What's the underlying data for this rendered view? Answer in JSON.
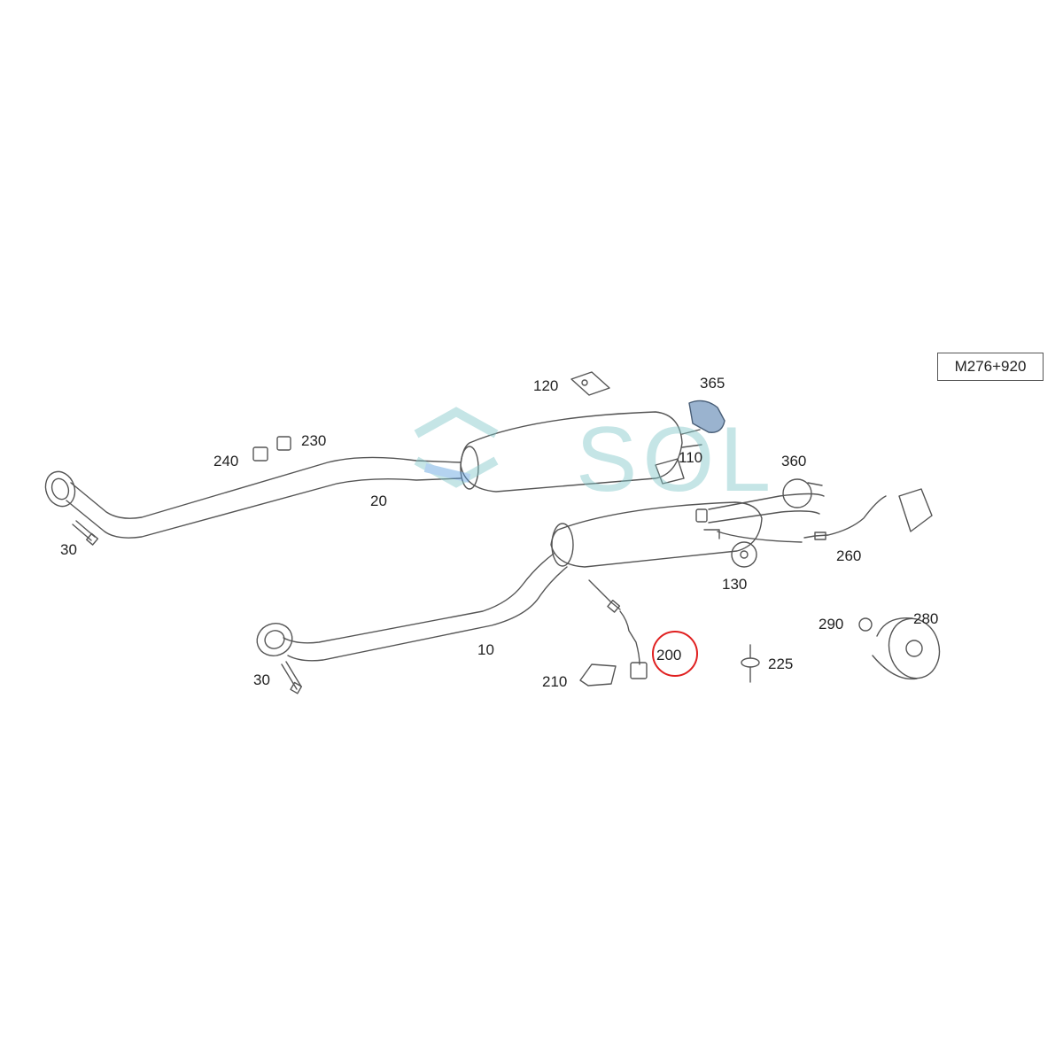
{
  "diagram_code": "M276+920",
  "watermark_text": "SOL",
  "highlight_color": "#e02020",
  "callouts": [
    {
      "id": "c120",
      "text": "120"
    },
    {
      "id": "c365",
      "text": "365"
    },
    {
      "id": "c240",
      "text": "240"
    },
    {
      "id": "c230",
      "text": "230"
    },
    {
      "id": "c110",
      "text": "110"
    },
    {
      "id": "c360",
      "text": "360"
    },
    {
      "id": "c20",
      "text": "20"
    },
    {
      "id": "c30a",
      "text": "30"
    },
    {
      "id": "c260",
      "text": "260"
    },
    {
      "id": "c130",
      "text": "130"
    },
    {
      "id": "c290",
      "text": "290"
    },
    {
      "id": "c280",
      "text": "280"
    },
    {
      "id": "c10",
      "text": "10"
    },
    {
      "id": "c200",
      "text": "200"
    },
    {
      "id": "c225",
      "text": "225"
    },
    {
      "id": "c210",
      "text": "210"
    },
    {
      "id": "c30b",
      "text": "30"
    }
  ]
}
